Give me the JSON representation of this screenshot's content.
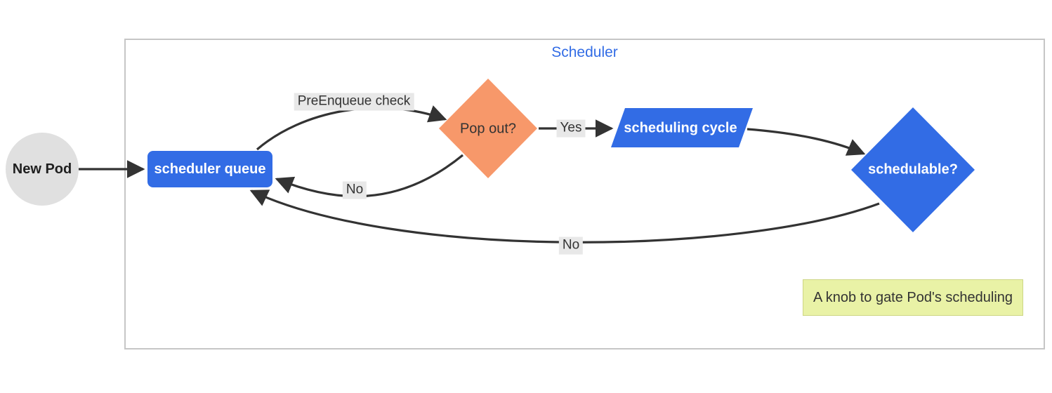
{
  "diagram": {
    "title": "Scheduler",
    "nodes": {
      "new_pod": {
        "label": "New Pod",
        "shape": "circle"
      },
      "scheduler_queue": {
        "label": "scheduler queue",
        "shape": "rounded-rectangle"
      },
      "pop_out": {
        "label": "Pop out?",
        "shape": "diamond"
      },
      "scheduling_cycle": {
        "label": "scheduling cycle",
        "shape": "parallelogram"
      },
      "schedulable": {
        "label": "schedulable?",
        "shape": "diamond"
      }
    },
    "edges": [
      {
        "from": "new_pod",
        "to": "scheduler_queue",
        "label": ""
      },
      {
        "from": "scheduler_queue",
        "to": "pop_out",
        "label": "PreEnqueue check"
      },
      {
        "from": "pop_out",
        "to": "scheduler_queue",
        "label": "No"
      },
      {
        "from": "pop_out",
        "to": "scheduling_cycle",
        "label": "Yes"
      },
      {
        "from": "scheduling_cycle",
        "to": "schedulable",
        "label": ""
      },
      {
        "from": "schedulable",
        "to": "scheduler_queue",
        "label": "No"
      }
    ],
    "note": {
      "text": "A knob to gate Pod's scheduling"
    },
    "colors": {
      "node_blue": "#326ce5",
      "node_orange": "#f7986a",
      "node_gray": "#e0e0e0",
      "edge": "#333333",
      "edge_label_bg": "#e8e8e8",
      "note_bg": "#e9f2a6",
      "title_color": "#326ce5",
      "white_text": "#ffffff",
      "dark_text": "#333333"
    }
  }
}
